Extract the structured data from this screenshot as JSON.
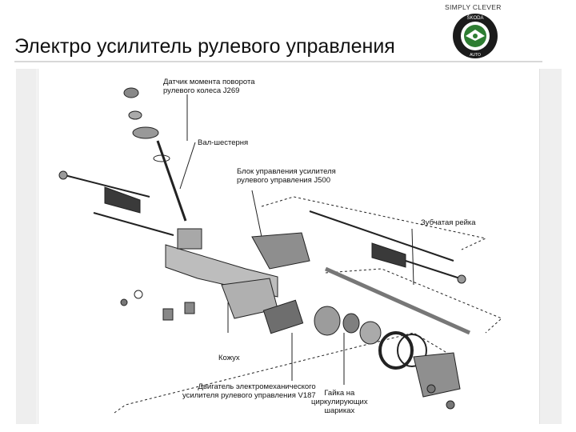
{
  "slide": {
    "title": "Электро усилитель рулевого управления"
  },
  "brand": {
    "tagline": "SIMPLY CLEVER",
    "logo_text": "ŠKODA AUTO",
    "logo_color": "#1f5f2a"
  },
  "diagram": {
    "labels": {
      "torque_sensor": "Датчик момента поворота\nрулевого колеса J269",
      "pinion_shaft": "Вал-шестерня",
      "control_unit": "Блок управления усилителя\nрулевого управления J500",
      "rack": "Зубчатая рейка",
      "housing": "Кожух",
      "motor": "Двигатель электромеханического\nусилителя рулевого управления V187",
      "ball_nut": "Гайка на\nциркулирующих\nшариках"
    }
  }
}
